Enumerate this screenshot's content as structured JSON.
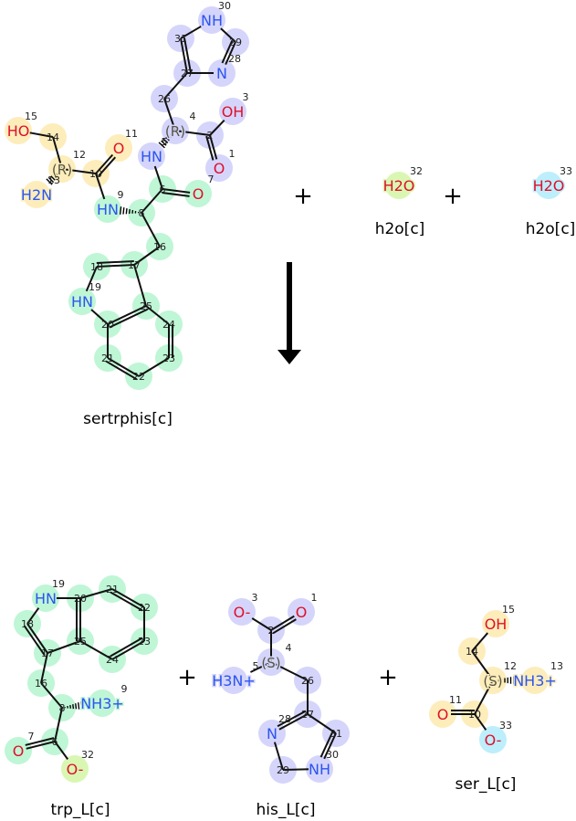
{
  "colors": {
    "his": "#d5d5fb",
    "ser": "#fdedbb",
    "trp": "#bff6d6",
    "w32": "#d9f7b3",
    "w33": "#bdeefc",
    "O": "#e0102a",
    "N": "#2b55f0",
    "C": "#444444"
  },
  "operators": {
    "plus": "+"
  },
  "molecules": {
    "sertrphis": {
      "name": "sertrphis[c]",
      "atoms": [
        {
          "n": "1",
          "label": "O",
          "el": "O",
          "g": "his"
        },
        {
          "n": "2",
          "label": "",
          "g": "his"
        },
        {
          "n": "3",
          "label": "OH",
          "el": "O",
          "g": "his"
        },
        {
          "n": "4",
          "label": "(R)",
          "g": "his"
        },
        {
          "n": "5",
          "label": "HN",
          "el": "N",
          "g": "his"
        },
        {
          "n": "6",
          "label": "",
          "g": "trp"
        },
        {
          "n": "7",
          "label": "O",
          "el": "O",
          "g": "trp"
        },
        {
          "n": "8",
          "label": "",
          "g": "trp"
        },
        {
          "n": "9",
          "label": "HN",
          "el": "N",
          "g": "trp"
        },
        {
          "n": "10",
          "label": "",
          "g": "ser"
        },
        {
          "n": "11",
          "label": "O",
          "el": "O",
          "g": "ser"
        },
        {
          "n": "12",
          "label": "(R)",
          "g": "ser"
        },
        {
          "n": "13",
          "label": "H2N",
          "el": "N",
          "g": "ser"
        },
        {
          "n": "14",
          "label": "",
          "g": "ser"
        },
        {
          "n": "15",
          "label": "HO",
          "el": "O",
          "g": "ser"
        },
        {
          "n": "16",
          "label": "",
          "g": "trp"
        },
        {
          "n": "17",
          "label": "",
          "g": "trp"
        },
        {
          "n": "18",
          "label": "",
          "g": "trp"
        },
        {
          "n": "19",
          "label": "HN",
          "el": "N",
          "g": "trp"
        },
        {
          "n": "20",
          "label": "",
          "g": "trp"
        },
        {
          "n": "21",
          "label": "",
          "g": "trp"
        },
        {
          "n": "22",
          "label": "",
          "g": "trp"
        },
        {
          "n": "23",
          "label": "",
          "g": "trp"
        },
        {
          "n": "24",
          "label": "",
          "g": "trp"
        },
        {
          "n": "25",
          "label": "",
          "g": "trp"
        },
        {
          "n": "26",
          "label": "",
          "g": "his"
        },
        {
          "n": "27",
          "label": "",
          "g": "his"
        },
        {
          "n": "28",
          "label": "N",
          "el": "N",
          "g": "his"
        },
        {
          "n": "29",
          "label": "",
          "g": "his"
        },
        {
          "n": "30",
          "label": "NH",
          "el": "N",
          "g": "his"
        },
        {
          "n": "31",
          "label": "",
          "g": "his"
        }
      ]
    },
    "h2o_1": {
      "name": "h2o[c]",
      "atoms": [
        {
          "n": "32",
          "label": "H2O",
          "el": "O",
          "g": "w32"
        }
      ]
    },
    "h2o_2": {
      "name": "h2o[c]",
      "atoms": [
        {
          "n": "33",
          "label": "H2O",
          "el": "O",
          "g": "w33"
        }
      ]
    },
    "trp_L": {
      "name": "trp_L[c]",
      "atoms": [
        {
          "n": "6",
          "label": "",
          "g": "trp"
        },
        {
          "n": "7",
          "label": "O",
          "el": "O",
          "g": "trp"
        },
        {
          "n": "8",
          "label": "",
          "g": "trp"
        },
        {
          "n": "9",
          "label": "NH3+",
          "el": "N",
          "g": "trp"
        },
        {
          "n": "16",
          "label": "",
          "g": "trp"
        },
        {
          "n": "17",
          "label": "",
          "g": "trp"
        },
        {
          "n": "18",
          "label": "",
          "g": "trp"
        },
        {
          "n": "19",
          "label": "HN",
          "el": "N",
          "g": "trp"
        },
        {
          "n": "20",
          "label": "",
          "g": "trp"
        },
        {
          "n": "21",
          "label": "",
          "g": "trp"
        },
        {
          "n": "22",
          "label": "",
          "g": "trp"
        },
        {
          "n": "23",
          "label": "",
          "g": "trp"
        },
        {
          "n": "24",
          "label": "",
          "g": "trp"
        },
        {
          "n": "25",
          "label": "",
          "g": "trp"
        },
        {
          "n": "32",
          "label": "O-",
          "el": "O",
          "g": "w32"
        }
      ]
    },
    "his_L": {
      "name": "his_L[c]",
      "atoms": [
        {
          "n": "1",
          "label": "O",
          "el": "O",
          "g": "his"
        },
        {
          "n": "2",
          "label": "",
          "g": "his"
        },
        {
          "n": "3",
          "label": "O-",
          "el": "O",
          "g": "his"
        },
        {
          "n": "4",
          "label": "(S)",
          "g": "his"
        },
        {
          "n": "5",
          "label": "H3N+",
          "el": "N",
          "g": "his"
        },
        {
          "n": "26",
          "label": "",
          "g": "his"
        },
        {
          "n": "27",
          "label": "",
          "g": "his"
        },
        {
          "n": "28",
          "label": "N",
          "el": "N",
          "g": "his"
        },
        {
          "n": "29",
          "label": "",
          "g": "his"
        },
        {
          "n": "30",
          "label": "NH",
          "el": "N",
          "g": "his"
        },
        {
          "n": "31",
          "label": "",
          "g": "his"
        }
      ]
    },
    "ser_L": {
      "name": "ser_L[c]",
      "atoms": [
        {
          "n": "10",
          "label": "",
          "g": "ser"
        },
        {
          "n": "11",
          "label": "O",
          "el": "O",
          "g": "ser"
        },
        {
          "n": "12",
          "label": "(S)",
          "g": "ser"
        },
        {
          "n": "13",
          "label": "NH3+",
          "el": "N",
          "g": "ser"
        },
        {
          "n": "14",
          "label": "",
          "g": "ser"
        },
        {
          "n": "15",
          "label": "OH",
          "el": "O",
          "g": "ser"
        },
        {
          "n": "33",
          "label": "O-",
          "el": "O",
          "g": "w33"
        }
      ]
    }
  }
}
